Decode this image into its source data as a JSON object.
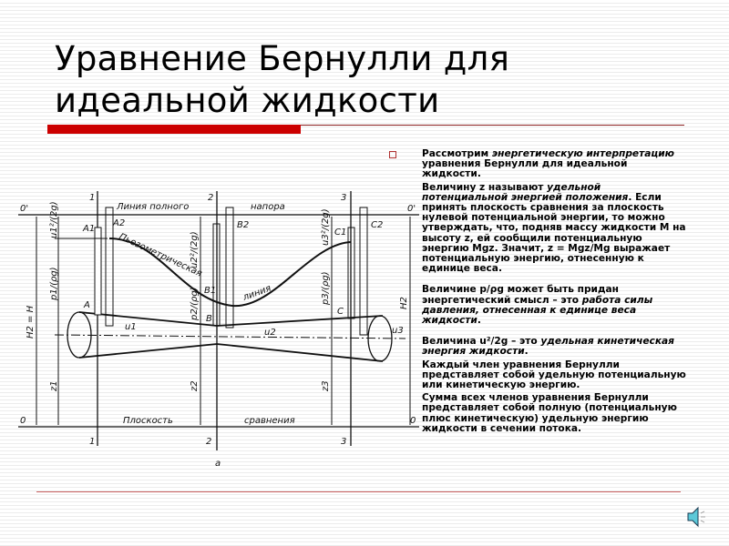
{
  "slide": {
    "title_line1": "Уравнение Бернулли для",
    "title_line2": "идеальной жидкости",
    "colors": {
      "accent": "#cc0000",
      "text": "#000000"
    }
  },
  "body": {
    "p1a": "Рассмотрим ",
    "p1b": "энергетическую интерпретацию",
    "p1c": " уравнения Бернулли для идеальной жидкости.",
    "p2a": "Величину  z  называют ",
    "p2b": "удельной потенциальной энергией положения",
    "p2c": ". Если принять плоскость сравнения за плоскость нулевой потенциальной энергии, то можно утверждать, что, подняв массу жидкости  М на высоту  z, ей сообщили потенциальную энергию Mgz. Значит,  z = Mgz/Mg  выражает потенциальную энергию, отнесенную к единице веса.",
    "p3a": "Величине   p/ρg  может быть придан энергетический смысл – это ",
    "p3b": "работа силы давления, отнесенная к единице веса жидкости",
    "p3c": ".",
    "p4a": "Величина  u²/2g – это ",
    "p4b": "удельная кинетическая энергия жидкости",
    "p4c": ".",
    "p5": "Каждый член уравнения Бернулли представляет собой удельную потенциальную или кинетическую энергию.",
    "p6": "Сумма всех членов уравнения Бернулли представляет собой полную (потенциальную плюс кинетическую) удельную энергию жидкости в сечении потока."
  },
  "figure": {
    "top_left": "0'",
    "top_right": "0'",
    "bottom_left": "0",
    "bottom_right": "0",
    "full_head_1": "Линия полного",
    "full_head_2": "напора",
    "piezo_1": "Пьезометрическая",
    "piezo_2": "линия",
    "plane_1": "Плоскость",
    "plane_2": "сравнения",
    "sec1": "1",
    "sec2": "2",
    "sec3": "3",
    "A": "A",
    "A1": "A1",
    "A2": "A2",
    "B": "B",
    "B1": "B1",
    "B2": "B2",
    "C": "C",
    "C1": "C1",
    "C2": "C2",
    "u1": "u1",
    "u2": "u2",
    "u3": "u3",
    "z1": "z1",
    "z2": "z2",
    "z3": "z3",
    "p1": "p1/(ρg)",
    "p2": "p2/(ρg)",
    "p3": "p3/(ρg)",
    "k1": "u1²/(2g)",
    "k2": "u2²/(2g)",
    "k3": "u3²/(2g)",
    "H_left": "H2 = H",
    "H_right": "H2",
    "caption": "а"
  },
  "icons": {
    "speaker": "speaker-icon"
  }
}
